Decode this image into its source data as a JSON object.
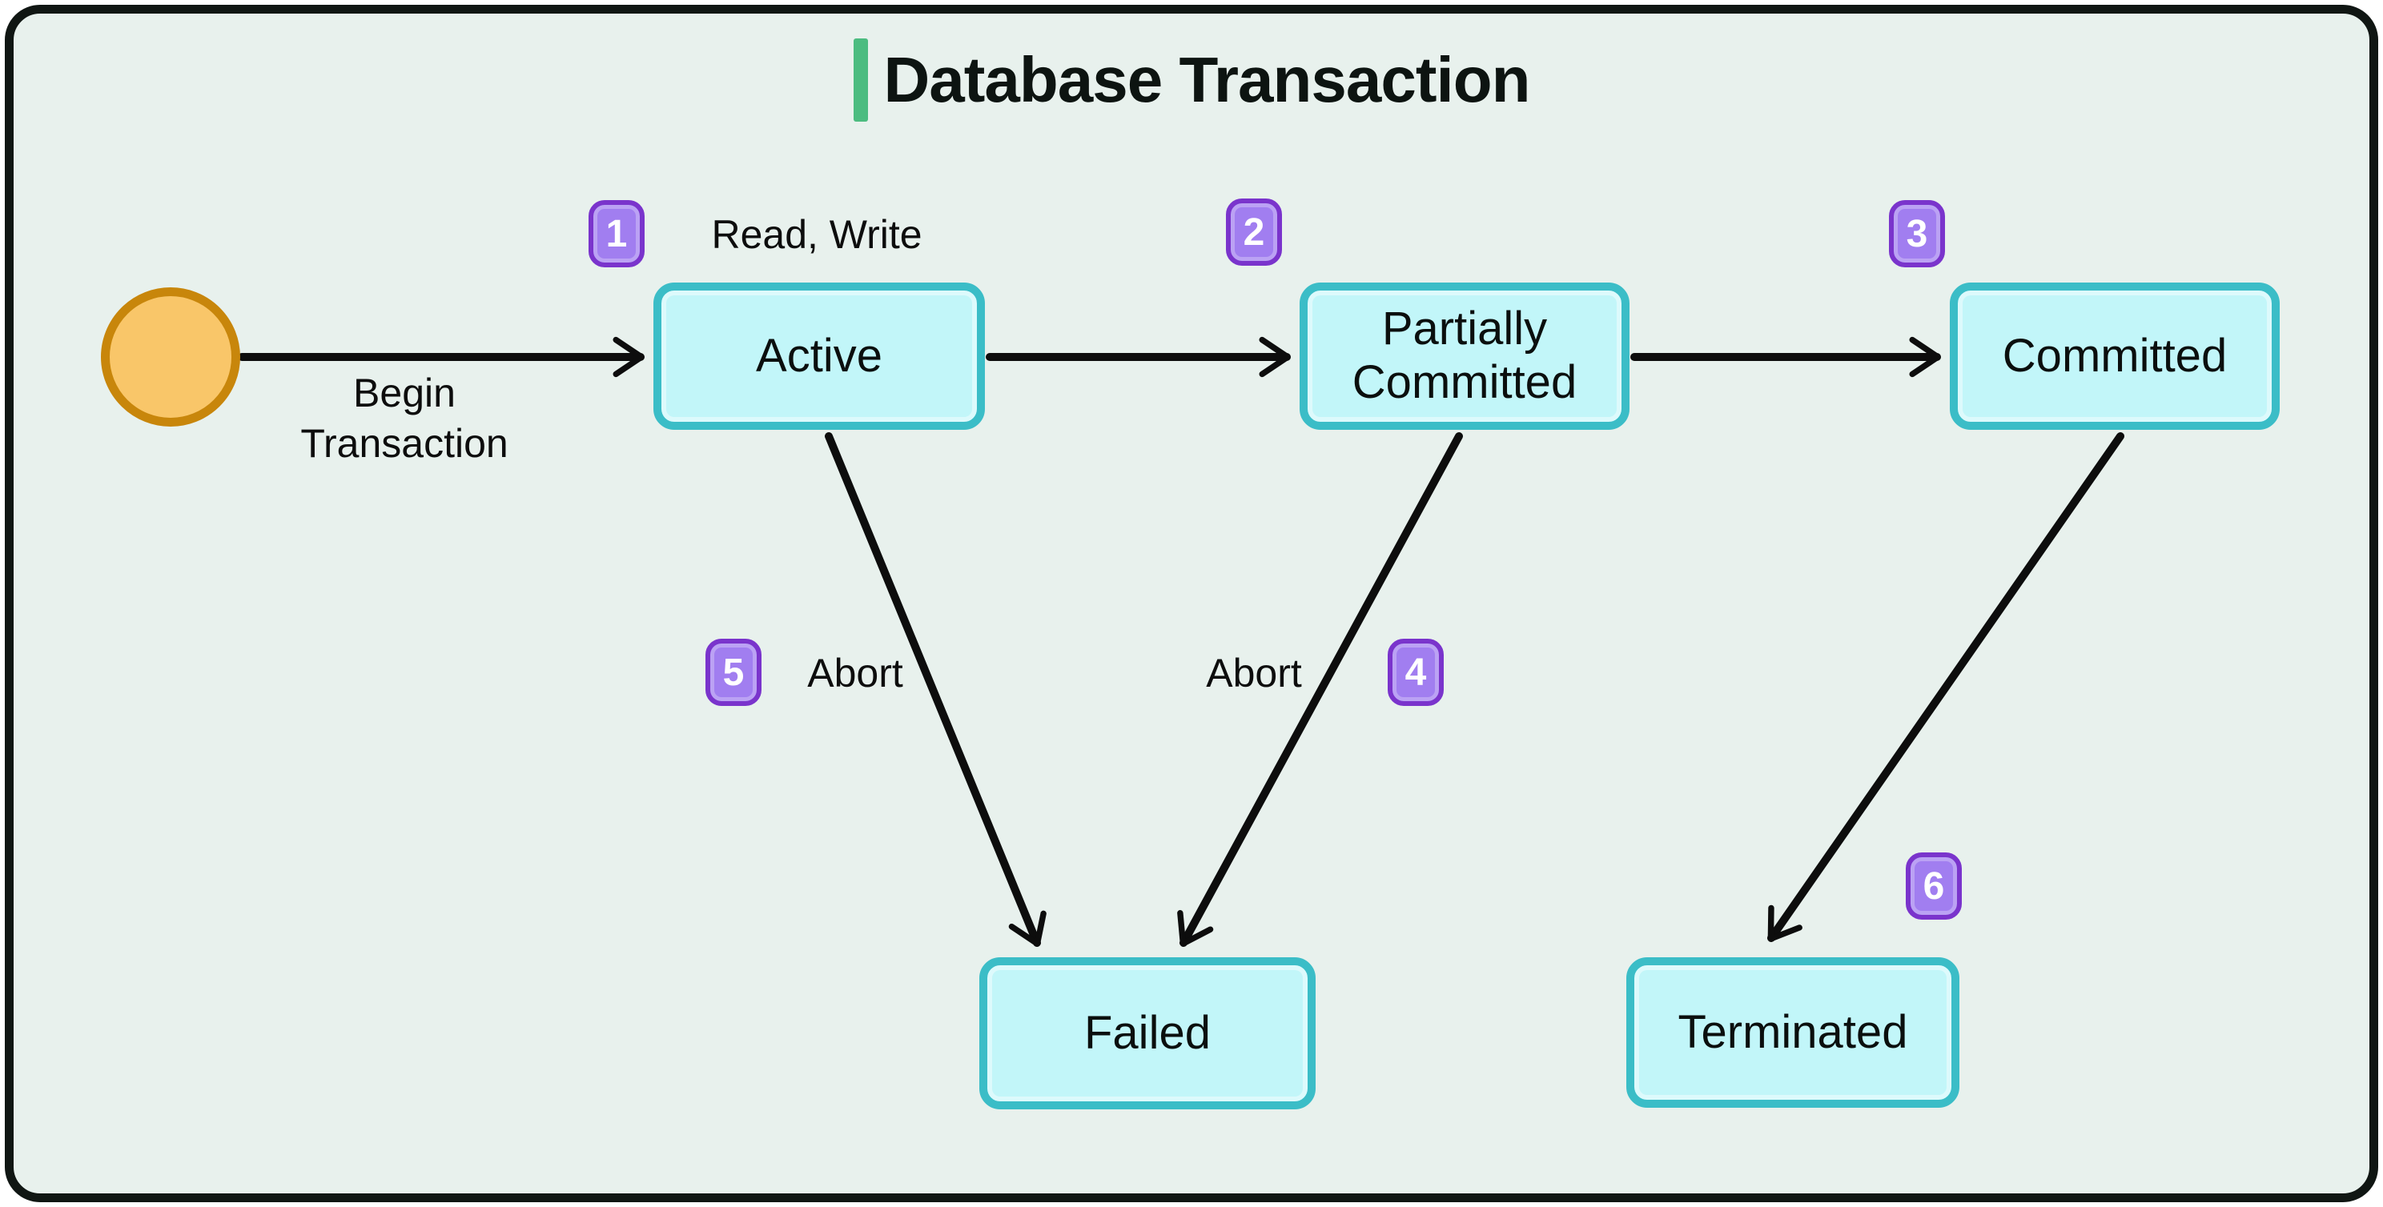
{
  "title": "Database Transaction",
  "nodes": {
    "start": {
      "kind": "initial-state"
    },
    "active": {
      "label": "Active"
    },
    "partially_committed": {
      "label": "Partially Committed"
    },
    "committed": {
      "label": "Committed"
    },
    "failed": {
      "label": "Failed"
    },
    "terminated": {
      "label": "Terminated"
    }
  },
  "edge_labels": {
    "begin_transaction": "Begin Transaction",
    "read_write": "Read, Write",
    "abort_from_active": "Abort",
    "abort_from_partially_committed": "Abort"
  },
  "badges": {
    "step1": "1",
    "step2": "2",
    "step3": "3",
    "step4": "4",
    "step5": "5",
    "step6": "6"
  },
  "edges": [
    {
      "from": "start",
      "to": "active",
      "label": "Begin Transaction"
    },
    {
      "from": "active",
      "to": "partially_committed",
      "badge": "2"
    },
    {
      "from": "partially_committed",
      "to": "committed",
      "badge": "3"
    },
    {
      "from": "active",
      "to": "failed",
      "label": "Abort",
      "badge": "5"
    },
    {
      "from": "partially_committed",
      "to": "failed",
      "label": "Abort",
      "badge": "4"
    },
    {
      "from": "committed",
      "to": "terminated",
      "badge": "6"
    }
  ],
  "colors": {
    "page_bg": "#ffffff",
    "canvas_bg": "#e8f1ed",
    "canvas_border": "#101613",
    "title_text": "#0d1411",
    "title_bar": "#4cbc80",
    "node_fill": "#c2f6f9",
    "node_border": "#3bbdc7",
    "node_text": "#0b0f0e",
    "badge_fill": "#a17ef0",
    "badge_border": "#7a34cc",
    "badge_text": "#ffffff",
    "start_fill": "#f9c669",
    "start_border": "#c8860b",
    "arrow": "#0d0d0d",
    "label_text": "#0d0d0d"
  }
}
